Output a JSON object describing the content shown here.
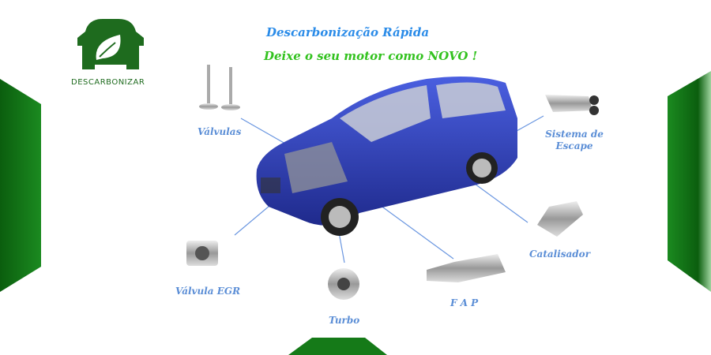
{
  "logo": {
    "text": "DESCARBONIZAR",
    "color": "#1e6b1e"
  },
  "headline": "Descarbonização Rápida",
  "tagline": "Deixe o seu motor como NOVO !",
  "colors": {
    "headline": "#2a8be8",
    "tagline": "#33c21f",
    "labels": "#5b8ed6",
    "panel": "#0f6a12",
    "car": "#2f3fb8"
  },
  "parts": [
    {
      "name": "Válvulas"
    },
    {
      "name": "Sistema de Escape"
    },
    {
      "name": "Catalisador"
    },
    {
      "name": "F A P"
    },
    {
      "name": "Turbo"
    },
    {
      "name": "Válvula EGR"
    }
  ]
}
